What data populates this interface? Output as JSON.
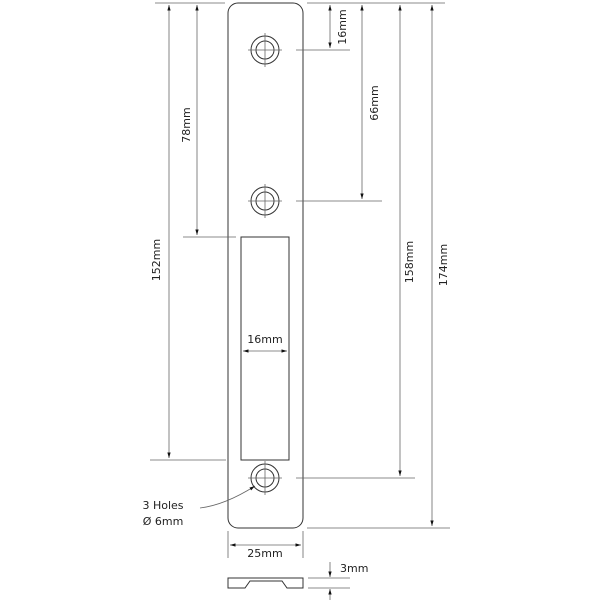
{
  "dimensions": {
    "top_hole": "16mm",
    "middle_hole": "66mm",
    "slot_top": "78mm",
    "slot_bottom": "152mm",
    "bottom_hole": "158mm",
    "total_length": "174mm",
    "slot_width": "16mm",
    "plate_width": "25mm",
    "thickness": "3mm"
  },
  "holes": {
    "count_label": "3 Holes",
    "diameter_label": "Ø 6mm"
  }
}
